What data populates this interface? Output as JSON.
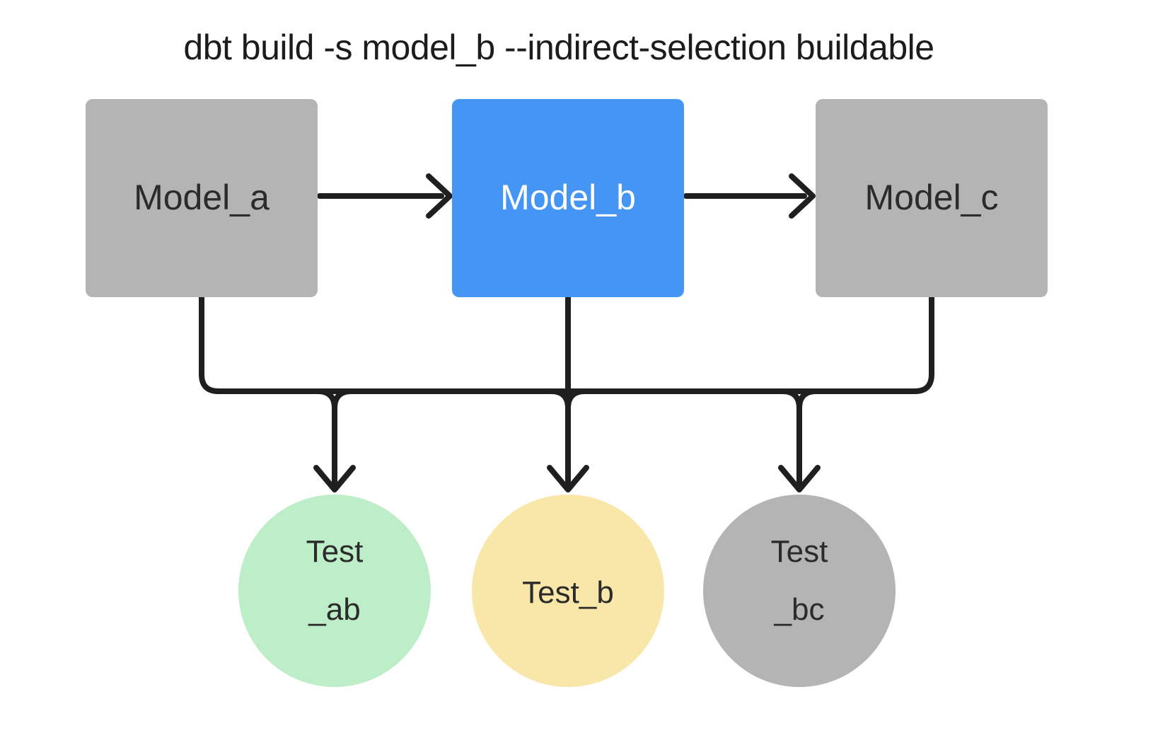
{
  "title": "dbt build -s model_b --indirect-selection buildable",
  "colors": {
    "background": "#ffffff",
    "edge": "#1f1f1f",
    "title_text": "#1c1c1c",
    "node_text_dark": "#2b2b2b",
    "node_text_light": "#ffffff",
    "model_default_fill": "#b4b4b4",
    "model_selected_fill": "#4596f4",
    "test_ab_fill": "#bdeec8",
    "test_b_fill": "#f8e7a8",
    "test_bc_fill": "#b4b4b4"
  },
  "models": [
    {
      "id": "model_a",
      "label": "Model_a",
      "selected": false
    },
    {
      "id": "model_b",
      "label": "Model_b",
      "selected": true
    },
    {
      "id": "model_c",
      "label": "Model_c",
      "selected": false
    }
  ],
  "tests": [
    {
      "id": "test_ab",
      "line1": "Test",
      "line2": "_ab"
    },
    {
      "id": "test_b",
      "line1": "Test_b",
      "line2": ""
    },
    {
      "id": "test_bc",
      "line1": "Test",
      "line2": "_bc"
    }
  ],
  "edges": [
    {
      "from": "model_a",
      "to": "model_b"
    },
    {
      "from": "model_b",
      "to": "model_c"
    },
    {
      "from": "model_a",
      "to": "test_ab"
    },
    {
      "from": "model_b",
      "to": "test_ab"
    },
    {
      "from": "model_b",
      "to": "test_b"
    },
    {
      "from": "model_b",
      "to": "test_bc"
    },
    {
      "from": "model_c",
      "to": "test_bc"
    }
  ]
}
